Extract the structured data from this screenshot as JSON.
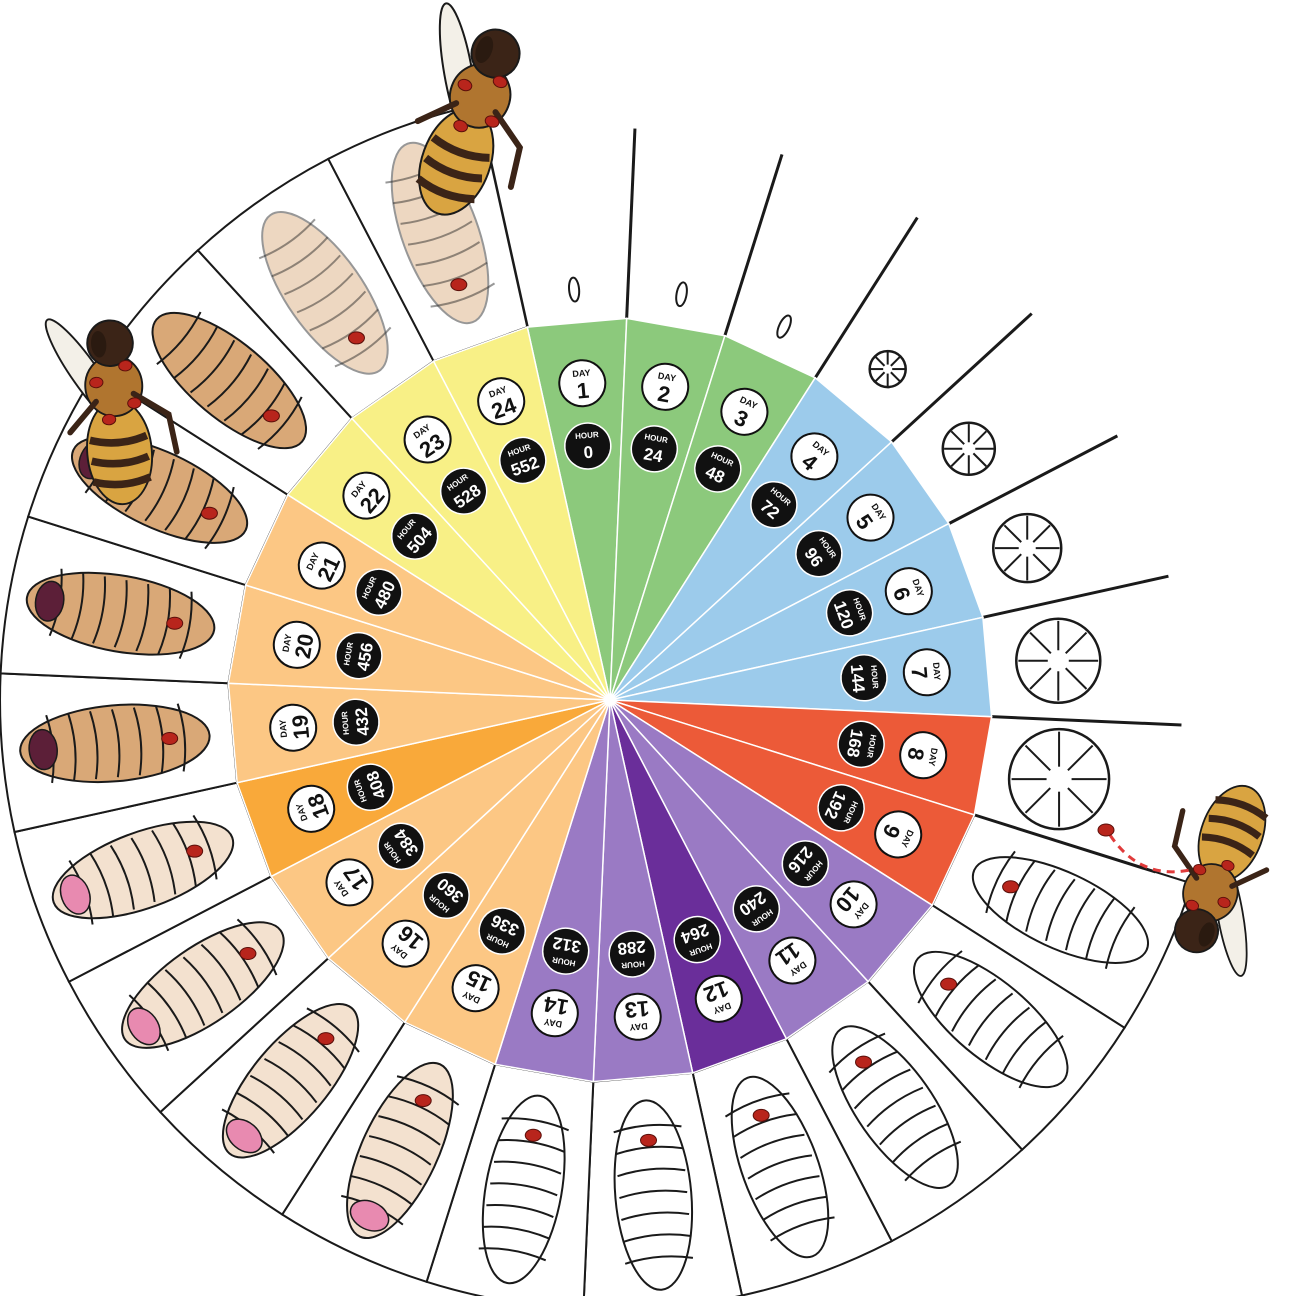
{
  "wheel": {
    "day_word": "DAY",
    "hour_word": "HOUR",
    "days": [
      {
        "day": "1",
        "hour": "0",
        "color": "#8cc97c"
      },
      {
        "day": "2",
        "hour": "24",
        "color": "#8cc97c"
      },
      {
        "day": "3",
        "hour": "48",
        "color": "#8cc97c"
      },
      {
        "day": "4",
        "hour": "72",
        "color": "#9ccbeb"
      },
      {
        "day": "5",
        "hour": "96",
        "color": "#9ccbeb"
      },
      {
        "day": "6",
        "hour": "120",
        "color": "#9ccbeb"
      },
      {
        "day": "7",
        "hour": "144",
        "color": "#9ccbeb"
      },
      {
        "day": "8",
        "hour": "168",
        "color": "#ec5a38"
      },
      {
        "day": "9",
        "hour": "192",
        "color": "#ec5a38"
      },
      {
        "day": "10",
        "hour": "216",
        "color": "#9a7ac4"
      },
      {
        "day": "11",
        "hour": "240",
        "color": "#9a7ac4"
      },
      {
        "day": "12",
        "hour": "264",
        "color": "#6a2e9a"
      },
      {
        "day": "13",
        "hour": "288",
        "color": "#9a7ac4"
      },
      {
        "day": "14",
        "hour": "312",
        "color": "#9a7ac4"
      },
      {
        "day": "15",
        "hour": "336",
        "color": "#fcc784"
      },
      {
        "day": "16",
        "hour": "360",
        "color": "#fcc784"
      },
      {
        "day": "17",
        "hour": "384",
        "color": "#fcc784"
      },
      {
        "day": "18",
        "hour": "408",
        "color": "#f9a93a"
      },
      {
        "day": "19",
        "hour": "432",
        "color": "#fcc784"
      },
      {
        "day": "20",
        "hour": "456",
        "color": "#fcc784"
      },
      {
        "day": "21",
        "hour": "480",
        "color": "#fcc784"
      },
      {
        "day": "22",
        "hour": "504",
        "color": "#f8f086"
      },
      {
        "day": "23",
        "hour": "528",
        "color": "#f8f086"
      },
      {
        "day": "24",
        "hour": "552",
        "color": "#f8f086"
      }
    ]
  },
  "icons": {
    "egg": "egg-icon",
    "larva": "larva-icon",
    "pupa": "pupa-icon",
    "mite": "varroa-mite-icon",
    "bee": "honey-bee-icon"
  },
  "colors": {
    "mite": "#b8251c",
    "bee_body": "#d9a441",
    "bee_dark": "#3b2417",
    "outline": "#1a1a1a"
  }
}
